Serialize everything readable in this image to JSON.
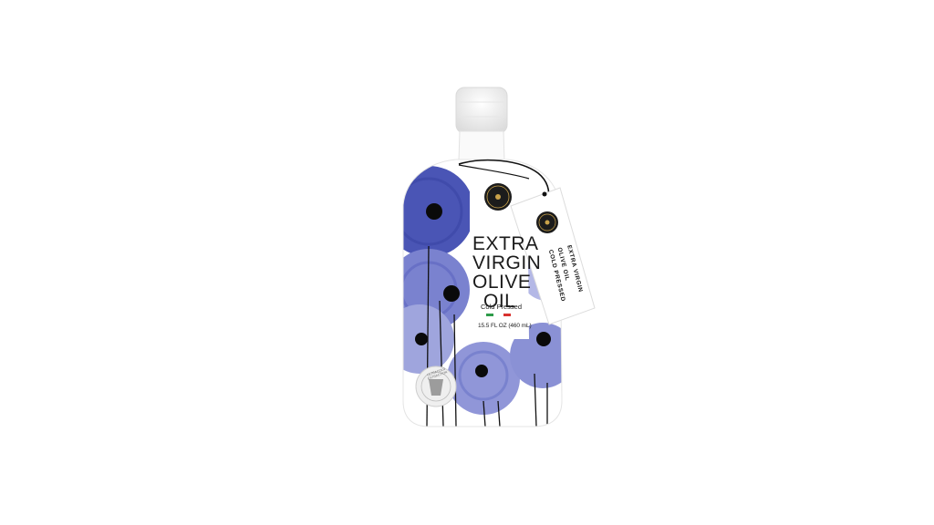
{
  "product": {
    "label_title_lines": [
      "EXTRA",
      "VIRGIN",
      "OLIVE",
      "OIL"
    ],
    "label_subtitle": "Cold Pressed",
    "label_volume": "15.5 FL OZ (460 mL)",
    "hang_tag_lines": [
      "EXTRA VIRGIN",
      "OLIVE OIL",
      "COLD PRESSED"
    ],
    "sticker_text": "ULTRACOLD EXTRACTION"
  },
  "colors": {
    "background": "#ffffff",
    "flower_dark": "#4a55b5",
    "flower_mid": "#6b74c8",
    "flower_light": "#9fa5dd",
    "flag_green": "#2e9b4a",
    "flag_red": "#d8322f",
    "badge_dark": "#1c1c1c",
    "badge_gold": "#c9a24a"
  }
}
